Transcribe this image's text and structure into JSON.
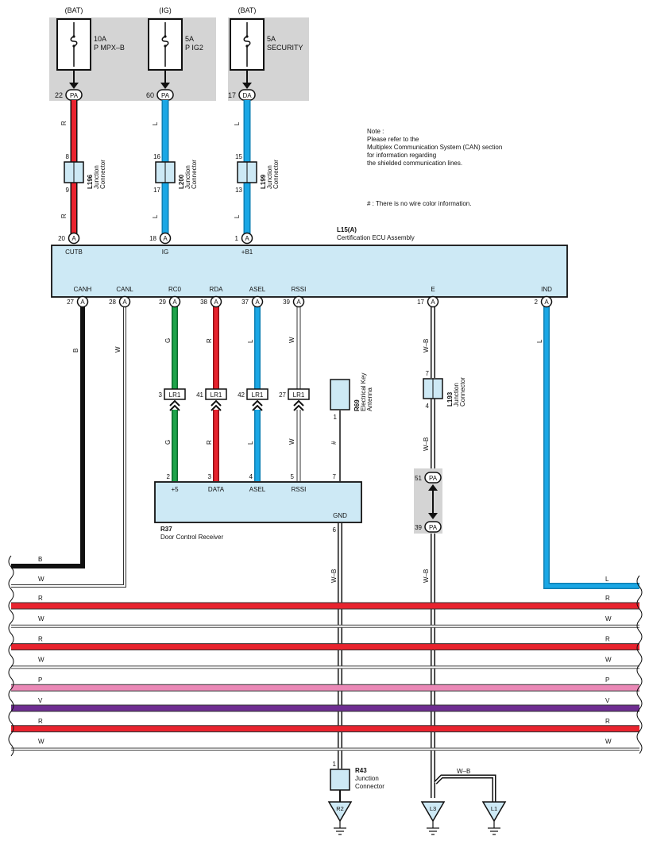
{
  "note": {
    "title": "Note :",
    "line1": "Please refer to the",
    "line2": "Multiplex Communication System (CAN) section",
    "line3": "for information regarding",
    "line4": "the shielded communication lines.",
    "hash_note": "# : There is no wire color information."
  },
  "fuses": [
    {
      "supply": "(BAT)",
      "rating": "10A",
      "name": "P MPX–B",
      "pin": "22",
      "conn": "PA"
    },
    {
      "supply": "(IG)",
      "rating": "5A",
      "name": "P IG2",
      "pin": "60",
      "conn": "PA"
    },
    {
      "supply": "(BAT)",
      "rating": "5A",
      "name": "SECURITY",
      "pin": "17",
      "conn": "DA"
    }
  ],
  "junctions": [
    {
      "id": "L196",
      "desc1": "Junction",
      "desc2": "Connector",
      "pin_top": "8",
      "pin_bot": "9",
      "color_top": "R",
      "color_bot": "R"
    },
    {
      "id": "L200",
      "desc1": "Junction",
      "desc2": "Connector",
      "pin_top": "16",
      "pin_bot": "17",
      "color_top": "L",
      "color_bot": "L"
    },
    {
      "id": "L199",
      "desc1": "Junction",
      "desc2": "Connector",
      "pin_top": "15",
      "pin_bot": "13",
      "color_top": "L",
      "color_bot": "L"
    }
  ],
  "ecu": {
    "id": "L15(A)",
    "name": "Certification ECU Assembly",
    "conn": "A",
    "top_pins": [
      {
        "pin": "20",
        "label": "CUTB"
      },
      {
        "pin": "18",
        "label": "IG"
      },
      {
        "pin": "1",
        "label": "+B1"
      }
    ],
    "bottom_pins": [
      {
        "pin": "27",
        "label": "CANH",
        "color": "B"
      },
      {
        "pin": "28",
        "label": "CANL",
        "color": "W"
      },
      {
        "pin": "29",
        "label": "RC0",
        "color": "G"
      },
      {
        "pin": "38",
        "label": "RDA",
        "color": "R"
      },
      {
        "pin": "37",
        "label": "ASEL",
        "color": "L"
      },
      {
        "pin": "39",
        "label": "RSSI",
        "color": "W"
      },
      {
        "pin": "17",
        "label": "E",
        "color": "W–B"
      },
      {
        "pin": "2",
        "label": "IND",
        "color": "L"
      }
    ]
  },
  "lr1": {
    "conn": "LR1",
    "pins": [
      "3",
      "41",
      "42",
      "27"
    ],
    "colors": [
      "G",
      "R",
      "L",
      "W"
    ]
  },
  "antenna": {
    "id": "R69",
    "desc1": "Electrical Key",
    "desc2": "Antenna",
    "pin": "1",
    "wire_color": "#"
  },
  "l193": {
    "id": "L193",
    "desc1": "Junction",
    "desc2": "Connector",
    "pin_top": "7",
    "pin_bot": "4",
    "color_bot": "W–B"
  },
  "pa_pair": {
    "pin_top": "51",
    "pin_bot": "39",
    "conn": "PA"
  },
  "receiver": {
    "id": "R37",
    "name": "Door Control Receiver",
    "pins": [
      {
        "pin": "2",
        "label": "+5"
      },
      {
        "pin": "3",
        "label": "DATA"
      },
      {
        "pin": "4",
        "label": "ASEL"
      },
      {
        "pin": "5",
        "label": "RSSI"
      },
      {
        "pin": "7",
        "label": ""
      }
    ],
    "gnd_label": "GND",
    "gnd_pin": "6",
    "gnd_color": "W–B"
  },
  "r43": {
    "id": "R43",
    "desc1": "Junction",
    "desc2": "Connector",
    "pin": "1"
  },
  "grounds": [
    "R2",
    "L3",
    "L1"
  ],
  "ground_wire_color": "W–B",
  "bus_left": {
    "b": "B",
    "w": "W"
  },
  "bus_right_l": "L",
  "bus_wires": [
    "R",
    "W",
    "R",
    "W",
    "P",
    "V",
    "R",
    "W"
  ],
  "colors": {
    "red": "#e8232e",
    "blue": "#1aa7e5",
    "green": "#1ea44a",
    "black": "#111111",
    "pink": "#ea88b6",
    "violet": "#6e2d91",
    "box_fill": "#cde9f5",
    "gray": "#d4d4d4"
  }
}
